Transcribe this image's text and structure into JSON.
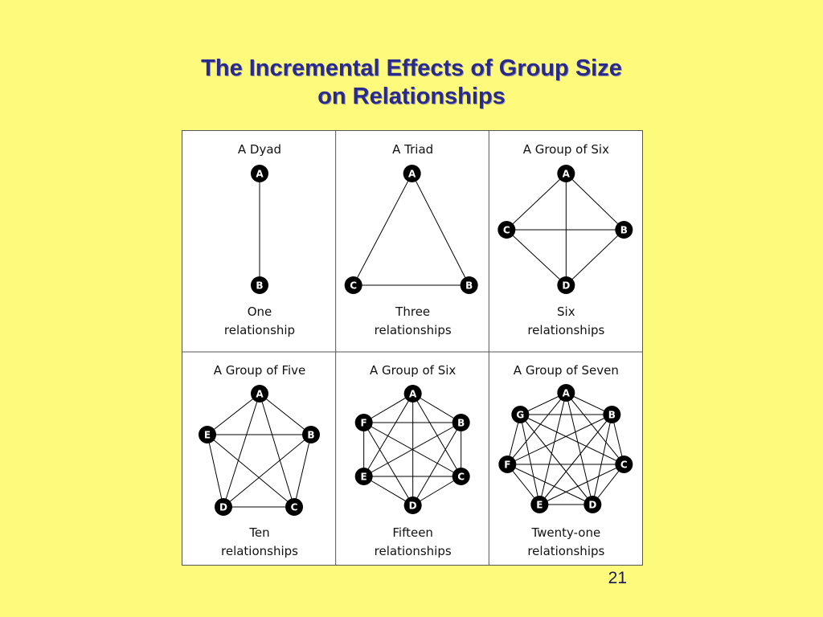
{
  "slide": {
    "title_line1": "The Incremental Effects of Group Size",
    "title_line2": "on Relationships",
    "page_number": "21"
  },
  "panels": [
    {
      "id": "dyad",
      "title": "A Dyad",
      "caption_line1": "One",
      "caption_line2": "relationship",
      "nodes": [
        "A",
        "B"
      ]
    },
    {
      "id": "triad",
      "title": "A Triad",
      "caption_line1": "Three",
      "caption_line2": "relationships",
      "nodes": [
        "A",
        "B",
        "C"
      ]
    },
    {
      "id": "four",
      "title": "A Group of Six",
      "caption_line1": "Six",
      "caption_line2": "relationships",
      "nodes": [
        "A",
        "B",
        "C",
        "D"
      ]
    },
    {
      "id": "five",
      "title": "A Group of Five",
      "caption_line1": "Ten",
      "caption_line2": "relationships",
      "nodes": [
        "A",
        "B",
        "C",
        "D",
        "E"
      ]
    },
    {
      "id": "six",
      "title": "A Group of Six",
      "caption_line1": "Fifteen",
      "caption_line2": "relationships",
      "nodes": [
        "A",
        "B",
        "C",
        "D",
        "E",
        "F"
      ]
    },
    {
      "id": "seven",
      "title": "A Group of Seven",
      "caption_line1": "Twenty-one",
      "caption_line2": "relationships",
      "nodes": [
        "A",
        "B",
        "C",
        "D",
        "E",
        "F",
        "G"
      ]
    }
  ],
  "colors": {
    "background": "#fefb7c",
    "title": "#2a2a8c",
    "node_fill": "#000000",
    "node_text": "#ffffff",
    "edge": "#000000"
  }
}
